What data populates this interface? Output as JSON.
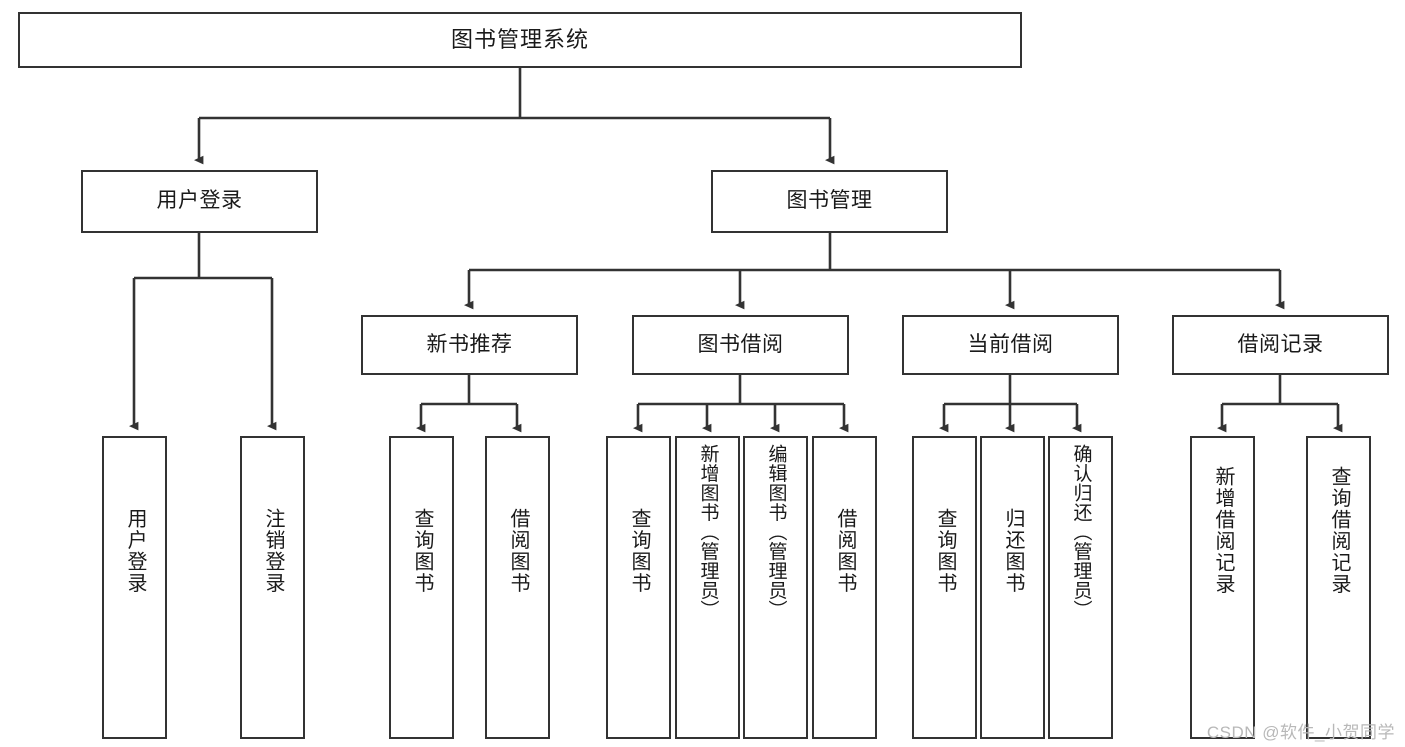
{
  "diagram": {
    "title": "图书管理系统",
    "watermark": "CSDN @软件_小贺同学",
    "style": {
      "background": "#ffffff",
      "stroke": "#333333",
      "text": "#1a1a1a",
      "watermark_color": "#b8b8b8"
    },
    "nodes": {
      "root": {
        "label": "图书管理系统"
      },
      "level1": [
        {
          "id": "user-login",
          "label": "用户登录"
        },
        {
          "id": "book-management",
          "label": "图书管理"
        }
      ],
      "level2": [
        {
          "id": "new-book-recommend",
          "label": "新书推荐"
        },
        {
          "id": "book-borrow",
          "label": "图书借阅"
        },
        {
          "id": "current-borrow",
          "label": "当前借阅"
        },
        {
          "id": "borrow-record",
          "label": "借阅记录"
        }
      ],
      "leaves": [
        {
          "id": "leaf-user-login",
          "label": "用户登录",
          "parent": "user-login"
        },
        {
          "id": "leaf-logout",
          "label": "注销登录",
          "parent": "user-login"
        },
        {
          "id": "leaf-query-book-1",
          "label": "查询图书",
          "parent": "new-book-recommend"
        },
        {
          "id": "leaf-borrow-book-1",
          "label": "借阅图书",
          "parent": "new-book-recommend"
        },
        {
          "id": "leaf-query-book-2",
          "label": "查询图书",
          "parent": "book-borrow"
        },
        {
          "id": "leaf-add-book",
          "label": "新增图书（管理员）",
          "parent": "book-borrow"
        },
        {
          "id": "leaf-edit-book",
          "label": "编辑图书（管理员）",
          "parent": "book-borrow"
        },
        {
          "id": "leaf-borrow-book-2",
          "label": "借阅图书",
          "parent": "book-borrow"
        },
        {
          "id": "leaf-query-book-3",
          "label": "查询图书",
          "parent": "current-borrow"
        },
        {
          "id": "leaf-return-book",
          "label": "归还图书",
          "parent": "current-borrow"
        },
        {
          "id": "leaf-confirm-return",
          "label": "确认归还（管理员）",
          "parent": "current-borrow"
        },
        {
          "id": "leaf-add-record",
          "label": "新增借阅记录",
          "parent": "borrow-record"
        },
        {
          "id": "leaf-query-record",
          "label": "查询借阅记录",
          "parent": "borrow-record"
        }
      ]
    }
  }
}
